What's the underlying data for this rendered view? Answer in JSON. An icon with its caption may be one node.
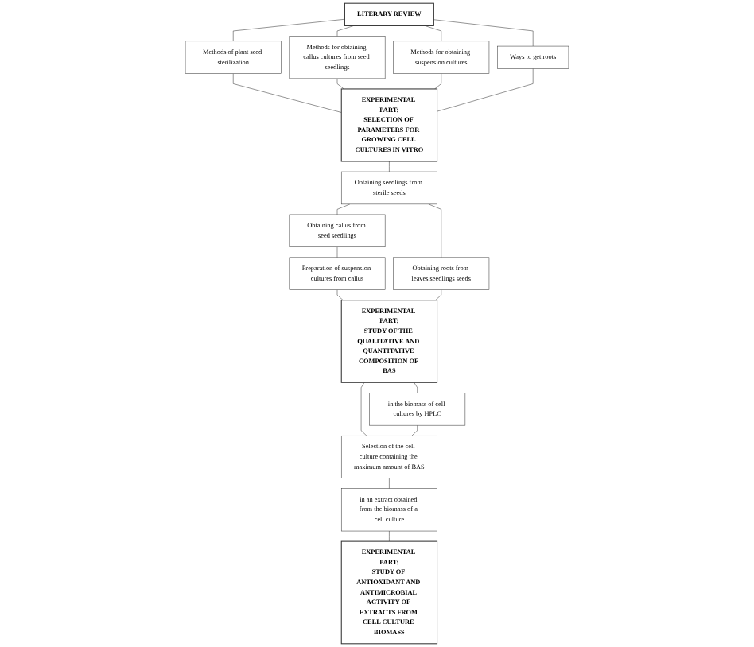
{
  "diagram": {
    "nodes": [
      {
        "text": [
          "LITERARY REVIEW"
        ]
      },
      {
        "text": [
          "Methods of plant seed sterilization"
        ]
      },
      {
        "text": [
          "Methods for obtaining callus cultures from seed seedlings"
        ]
      },
      {
        "text": [
          "Methods for obtaining suspension cultures"
        ]
      },
      {
        "text": [
          "Ways to get roots"
        ]
      },
      {
        "text": [
          "EXPERIMENTAL PART:",
          "SELECTION OF PARAMETERS FOR GROWING CELL CULTURES IN VITRO"
        ]
      },
      {
        "text": [
          "Obtaining seedlings from sterile seeds"
        ]
      },
      {
        "text": [
          "Obtaining callus from seed seedlings"
        ]
      },
      {
        "text": [
          "Obtaining roots from leaves seedlings seeds"
        ]
      },
      {
        "text": [
          "Preparation of suspension cultures from callus"
        ]
      },
      {
        "text": [
          "EXPERIMENTAL PART:",
          "STUDY OF THE QUALITATIVE AND QUANTITATIVE COMPOSITION OF BAS"
        ]
      },
      {
        "text": [
          "in the biomass of cell cultures by HPLC"
        ]
      },
      {
        "text": [
          "Selection of the cell culture containing the maximum amount of BAS"
        ]
      },
      {
        "text": [
          "in an extract obtained from the biomass of a cell culture"
        ]
      },
      {
        "text": [
          "EXPERIMENTAL PART:",
          "STUDY OF ANTIOXIDANT AND ANTIMICROBIAL ACTIVITY OF EXTRACTS FROM CELL CULTURE BIOMASS"
        ]
      }
    ],
    "edges": [
      {
        "from": 0,
        "to": 1,
        "arrow": "none"
      },
      {
        "from": 0,
        "to": 2,
        "arrow": "none"
      },
      {
        "from": 0,
        "to": 3,
        "arrow": "none"
      },
      {
        "from": 0,
        "to": 4,
        "arrow": "none"
      },
      {
        "from": 1,
        "to": 5,
        "arrow": "none"
      },
      {
        "from": 2,
        "to": 5,
        "arrow": "none"
      },
      {
        "from": 3,
        "to": 5,
        "arrow": "none"
      },
      {
        "from": 4,
        "to": 5,
        "arrow": "none"
      },
      {
        "from": 5,
        "to": 6,
        "arrow": "none"
      },
      {
        "from": 6,
        "to": 7,
        "arrow": "none"
      },
      {
        "from": 6,
        "to": 8,
        "arrow": "none"
      },
      {
        "from": 7,
        "to": 9,
        "arrow": "none"
      },
      {
        "from": 9,
        "to": 10,
        "arrow": "none"
      },
      {
        "from": 8,
        "to": 10,
        "arrow": "none"
      },
      {
        "from": 10,
        "to": 11,
        "arrow": "none"
      },
      {
        "from": 10,
        "to": 12,
        "arrow": "none"
      },
      {
        "from": 11,
        "to": 12,
        "arrow": "none"
      },
      {
        "from": 12,
        "to": 13,
        "arrow": "none"
      },
      {
        "from": 13,
        "to": 14,
        "arrow": "none"
      }
    ]
  }
}
